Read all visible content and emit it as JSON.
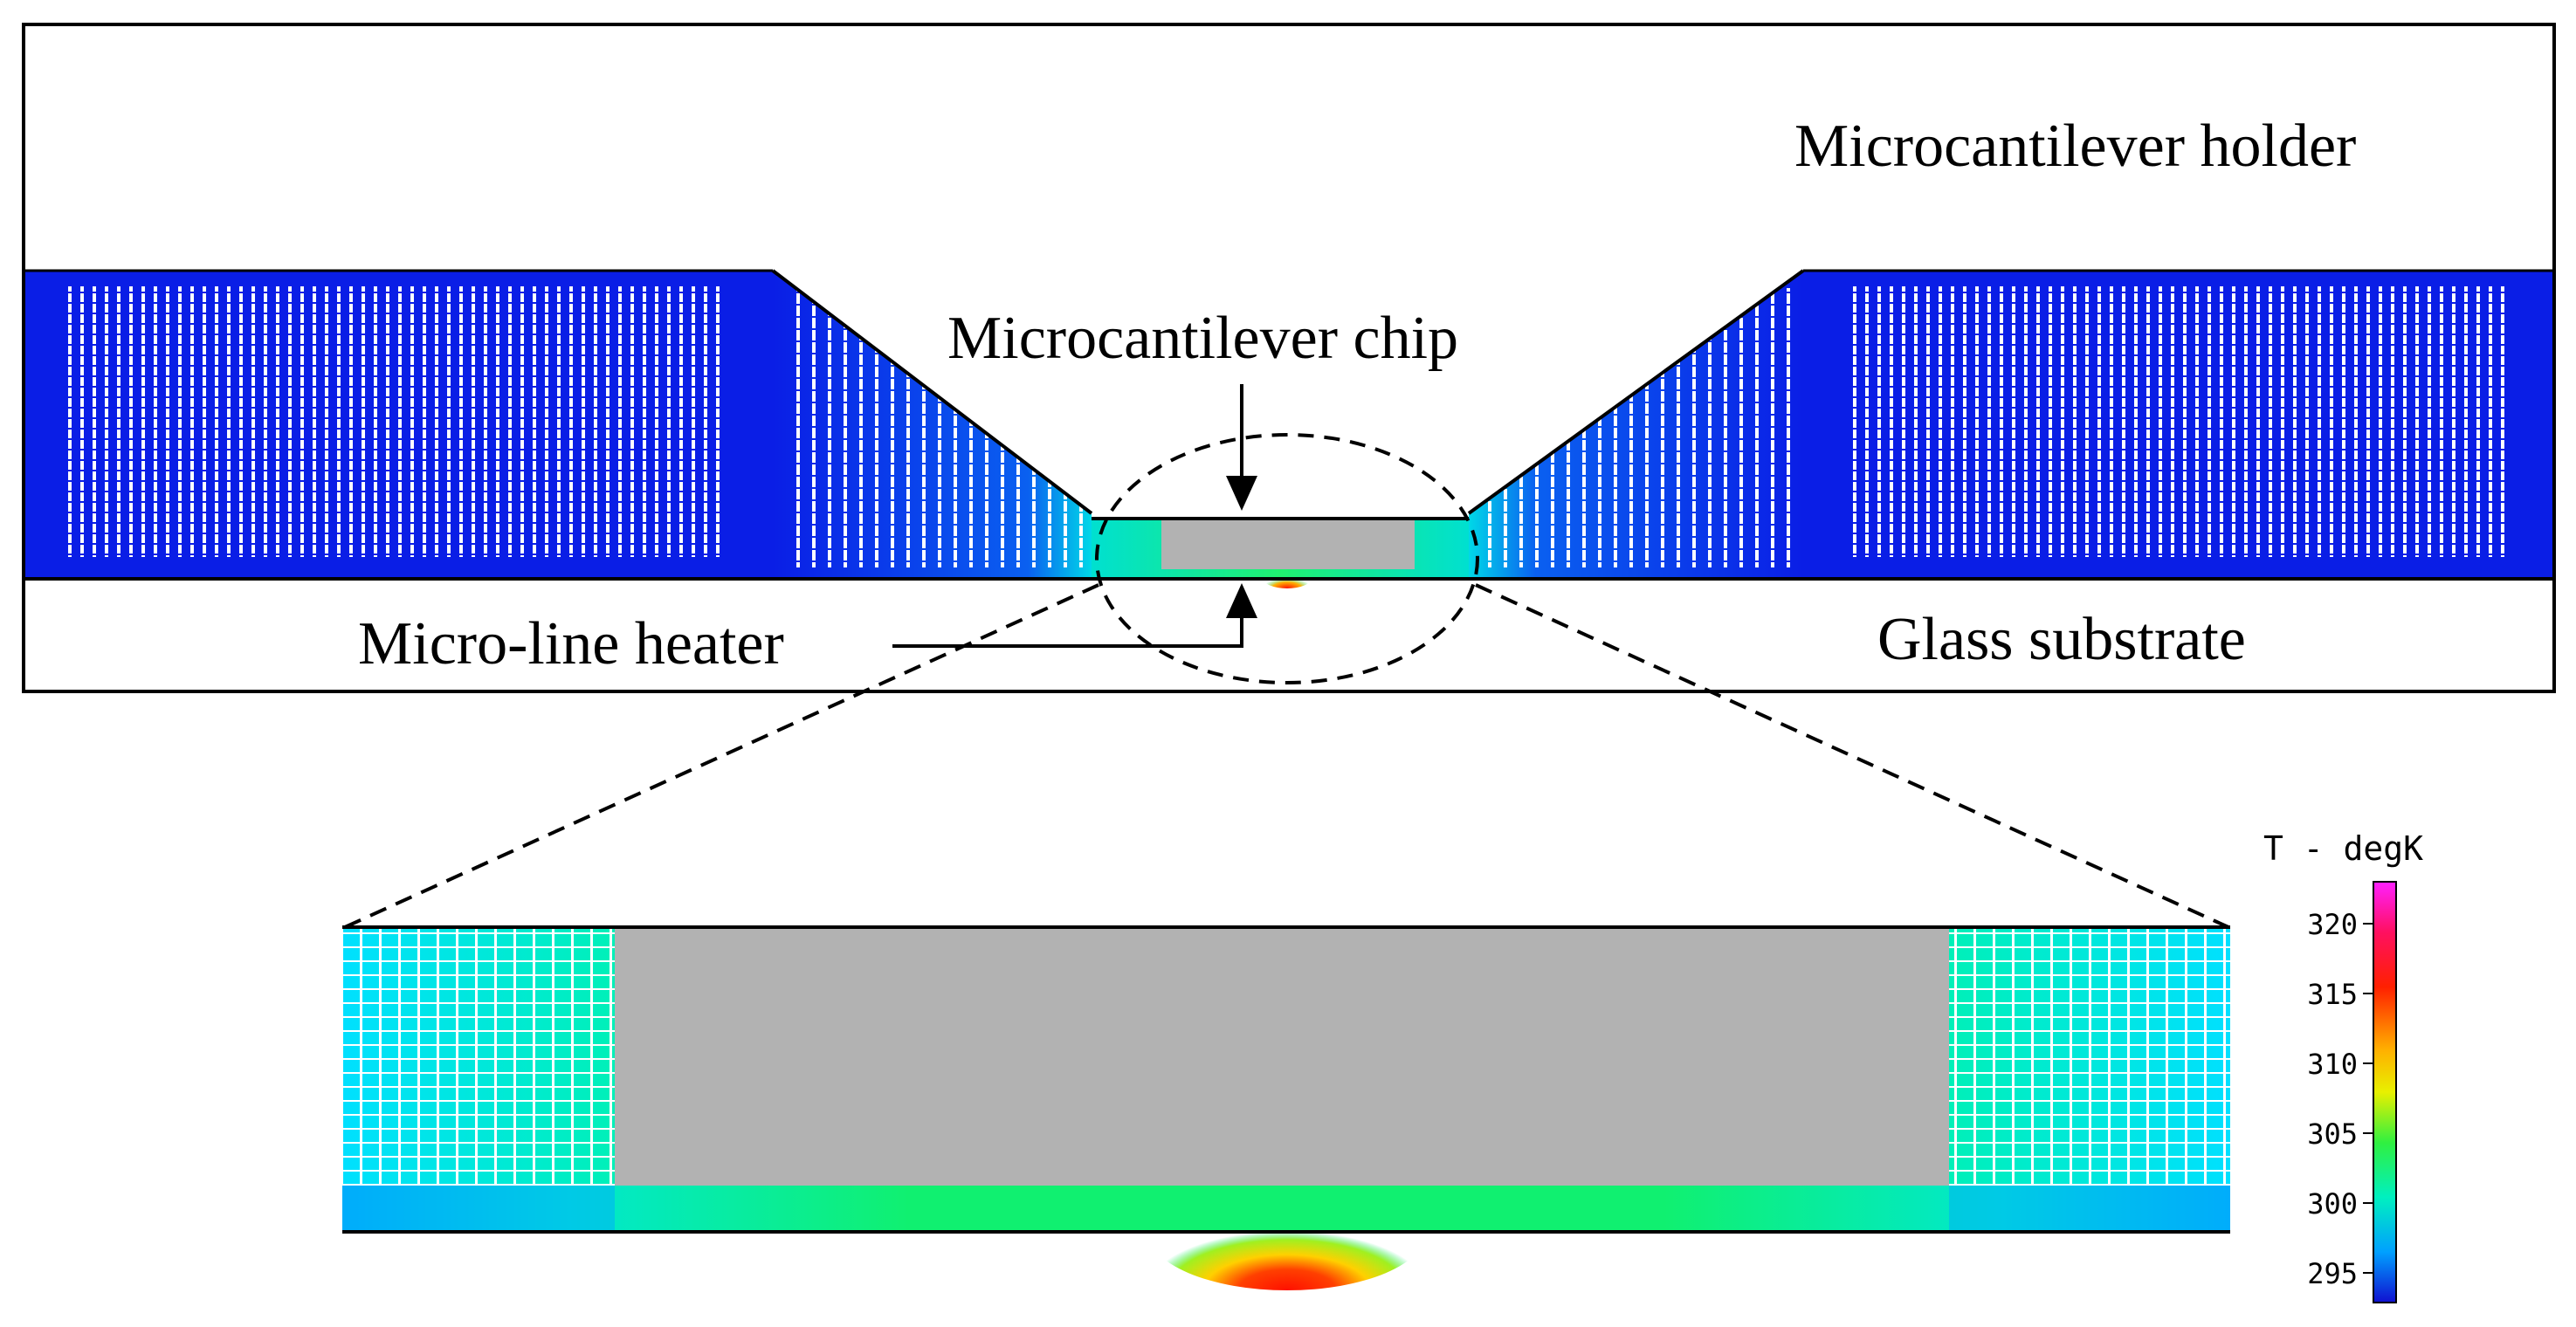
{
  "labels": {
    "holder": "Microcantilever holder",
    "chip": "Microcantilever chip",
    "heater": "Micro-line heater",
    "substrate": "Glass substrate"
  },
  "colorbar": {
    "title": "T - degK",
    "ticks": [
      "320",
      "315",
      "310",
      "305",
      "300",
      "295"
    ]
  },
  "colors": {
    "cold": "#0a1ee6",
    "mid": "#00e8c8",
    "warm": "#18f060",
    "hot": "#ff1a00",
    "chip": "#b2b2b2",
    "outline": "#000000"
  }
}
